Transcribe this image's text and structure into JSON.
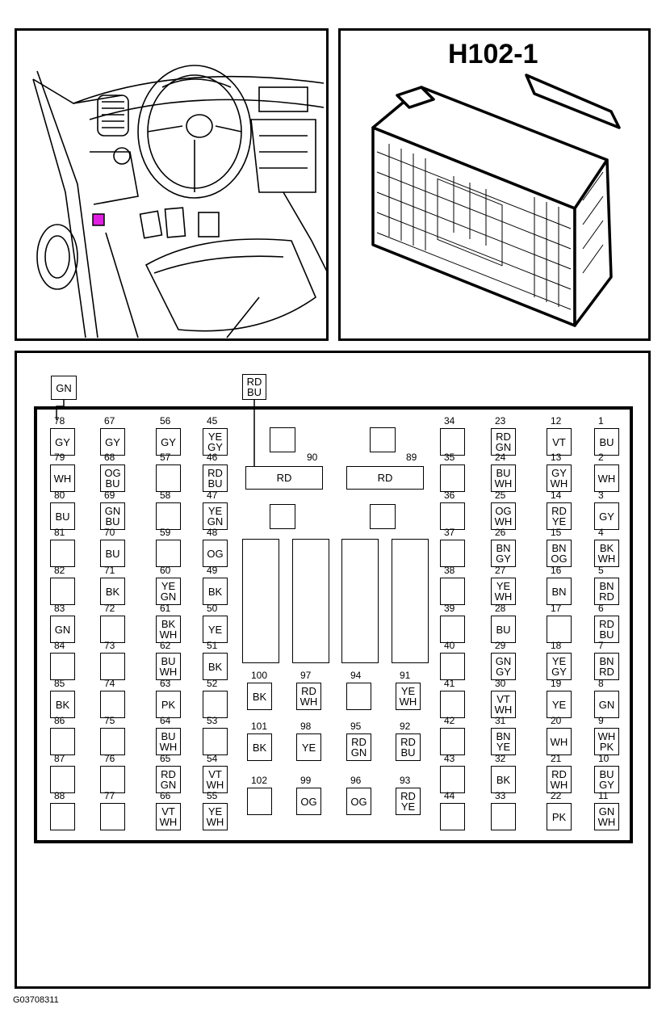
{
  "connector_title": "H102-1",
  "figure_code": "G03708311",
  "location_view": {
    "icons": [
      "dashboard-view",
      "connector-location-marker"
    ],
    "marker_color": "#e020e0"
  },
  "connector_view": {
    "icons": [
      "connector-housing-3d"
    ]
  },
  "wire_labels": {
    "outer_left": "GN",
    "outer_top": [
      "RD",
      "BU"
    ]
  },
  "columns": [
    {
      "pins": [
        {
          "n": "78",
          "c": [
            "GY"
          ]
        },
        {
          "n": "79",
          "c": [
            "WH"
          ]
        },
        {
          "n": "80",
          "c": [
            "BU"
          ]
        },
        {
          "n": "81",
          "c": []
        },
        {
          "n": "82",
          "c": []
        },
        {
          "n": "83",
          "c": [
            "GN"
          ]
        },
        {
          "n": "84",
          "c": []
        },
        {
          "n": "85",
          "c": [
            "BK"
          ]
        },
        {
          "n": "86",
          "c": []
        },
        {
          "n": "87",
          "c": []
        },
        {
          "n": "88",
          "c": []
        }
      ]
    },
    {
      "pins": [
        {
          "n": "67",
          "c": [
            "GY"
          ]
        },
        {
          "n": "68",
          "c": [
            "OG",
            "BU"
          ]
        },
        {
          "n": "69",
          "c": [
            "GN",
            "BU"
          ]
        },
        {
          "n": "70",
          "c": [
            "BU"
          ]
        },
        {
          "n": "71",
          "c": [
            "BK"
          ]
        },
        {
          "n": "72",
          "c": []
        },
        {
          "n": "73",
          "c": []
        },
        {
          "n": "74",
          "c": []
        },
        {
          "n": "75",
          "c": []
        },
        {
          "n": "76",
          "c": []
        },
        {
          "n": "77",
          "c": []
        }
      ]
    },
    {
      "pins": [
        {
          "n": "56",
          "c": [
            "GY"
          ]
        },
        {
          "n": "57",
          "c": []
        },
        {
          "n": "58",
          "c": []
        },
        {
          "n": "59",
          "c": []
        },
        {
          "n": "60",
          "c": [
            "YE",
            "GN"
          ]
        },
        {
          "n": "61",
          "c": [
            "BK",
            "WH"
          ]
        },
        {
          "n": "62",
          "c": [
            "BU",
            "WH"
          ]
        },
        {
          "n": "63",
          "c": [
            "PK"
          ]
        },
        {
          "n": "64",
          "c": [
            "BU",
            "WH"
          ]
        },
        {
          "n": "65",
          "c": [
            "RD",
            "GN"
          ]
        },
        {
          "n": "66",
          "c": [
            "VT",
            "WH"
          ]
        }
      ]
    },
    {
      "pins": [
        {
          "n": "45",
          "c": [
            "YE",
            "GY"
          ]
        },
        {
          "n": "46",
          "c": [
            "RD",
            "BU"
          ]
        },
        {
          "n": "47",
          "c": [
            "YE",
            "GN"
          ]
        },
        {
          "n": "48",
          "c": [
            "OG"
          ]
        },
        {
          "n": "49",
          "c": [
            "BK"
          ]
        },
        {
          "n": "50",
          "c": [
            "YE"
          ]
        },
        {
          "n": "51",
          "c": [
            "BK"
          ]
        },
        {
          "n": "52",
          "c": []
        },
        {
          "n": "53",
          "c": []
        },
        {
          "n": "54",
          "c": [
            "VT",
            "WH"
          ]
        },
        {
          "n": "55",
          "c": [
            "YE",
            "WH"
          ]
        }
      ]
    },
    {
      "pins": [
        {
          "n": "34",
          "c": []
        },
        {
          "n": "35",
          "c": []
        },
        {
          "n": "36",
          "c": []
        },
        {
          "n": "37",
          "c": []
        },
        {
          "n": "38",
          "c": []
        },
        {
          "n": "39",
          "c": []
        },
        {
          "n": "40",
          "c": []
        },
        {
          "n": "41",
          "c": []
        },
        {
          "n": "42",
          "c": []
        },
        {
          "n": "43",
          "c": []
        },
        {
          "n": "44",
          "c": []
        }
      ]
    },
    {
      "pins": [
        {
          "n": "23",
          "c": [
            "RD",
            "GN"
          ]
        },
        {
          "n": "24",
          "c": [
            "BU",
            "WH"
          ]
        },
        {
          "n": "25",
          "c": [
            "OG",
            "WH"
          ]
        },
        {
          "n": "26",
          "c": [
            "BN",
            "GY"
          ]
        },
        {
          "n": "27",
          "c": [
            "YE",
            "WH"
          ]
        },
        {
          "n": "28",
          "c": [
            "BU"
          ]
        },
        {
          "n": "29",
          "c": [
            "GN",
            "GY"
          ]
        },
        {
          "n": "30",
          "c": [
            "VT",
            "WH"
          ]
        },
        {
          "n": "31",
          "c": [
            "BN",
            "YE"
          ]
        },
        {
          "n": "32",
          "c": [
            "BK"
          ]
        },
        {
          "n": "33",
          "c": []
        }
      ]
    },
    {
      "pins": [
        {
          "n": "12",
          "c": [
            "VT"
          ]
        },
        {
          "n": "13",
          "c": [
            "GY",
            "WH"
          ]
        },
        {
          "n": "14",
          "c": [
            "RD",
            "YE"
          ]
        },
        {
          "n": "15",
          "c": [
            "BN",
            "OG"
          ]
        },
        {
          "n": "16",
          "c": [
            "BN"
          ]
        },
        {
          "n": "17",
          "c": []
        },
        {
          "n": "18",
          "c": [
            "YE",
            "GY"
          ]
        },
        {
          "n": "19",
          "c": [
            "YE"
          ]
        },
        {
          "n": "20",
          "c": [
            "WH"
          ]
        },
        {
          "n": "21",
          "c": [
            "RD",
            "WH"
          ]
        },
        {
          "n": "22",
          "c": [
            "PK"
          ]
        }
      ]
    },
    {
      "pins": [
        {
          "n": "1",
          "c": [
            "BU"
          ]
        },
        {
          "n": "2",
          "c": [
            "WH"
          ]
        },
        {
          "n": "3",
          "c": [
            "GY"
          ]
        },
        {
          "n": "4",
          "c": [
            "BK",
            "WH"
          ]
        },
        {
          "n": "5",
          "c": [
            "BN",
            "RD"
          ]
        },
        {
          "n": "6",
          "c": [
            "RD",
            "BU"
          ]
        },
        {
          "n": "7",
          "c": [
            "BN",
            "RD"
          ]
        },
        {
          "n": "8",
          "c": [
            "GN"
          ]
        },
        {
          "n": "9",
          "c": [
            "WH",
            "PK"
          ]
        },
        {
          "n": "10",
          "c": [
            "BU",
            "GY"
          ]
        },
        {
          "n": "11",
          "c": [
            "GN",
            "WH"
          ]
        }
      ]
    }
  ],
  "power_pins": [
    {
      "n": "90",
      "c": "RD"
    },
    {
      "n": "89",
      "c": "RD"
    }
  ],
  "middle_pins": [
    [
      {
        "n": "100",
        "c": [
          "BK"
        ]
      },
      {
        "n": "97",
        "c": [
          "RD",
          "WH"
        ]
      },
      {
        "n": "94",
        "c": []
      },
      {
        "n": "91",
        "c": [
          "YE",
          "WH"
        ]
      }
    ],
    [
      {
        "n": "101",
        "c": [
          "BK"
        ]
      },
      {
        "n": "98",
        "c": [
          "YE"
        ]
      },
      {
        "n": "95",
        "c": [
          "RD",
          "GN"
        ]
      },
      {
        "n": "92",
        "c": [
          "RD",
          "BU"
        ]
      }
    ],
    [
      {
        "n": "102",
        "c": []
      },
      {
        "n": "99",
        "c": [
          "OG"
        ]
      },
      {
        "n": "96",
        "c": [
          "OG"
        ]
      },
      {
        "n": "93",
        "c": [
          "RD",
          "YE"
        ]
      }
    ]
  ]
}
